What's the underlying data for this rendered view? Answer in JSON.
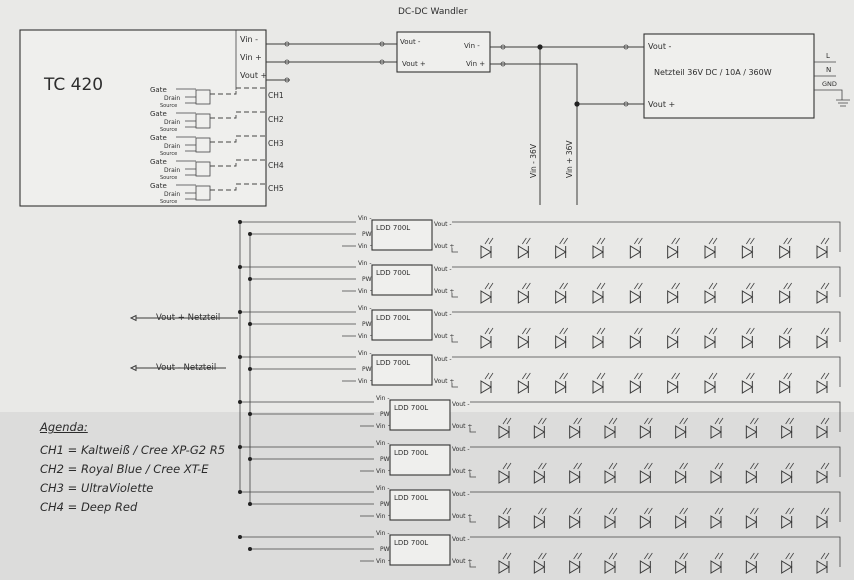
{
  "controller": {
    "name": "TC 420",
    "pins": [
      "Vin -",
      "Vin +",
      "Vout +",
      "CH1",
      "CH2",
      "CH3",
      "CH4",
      "CH5"
    ],
    "gate": "Gate",
    "drain": "Drain",
    "source": "Source"
  },
  "dcdc": {
    "title": "DC-DC Wandler",
    "vin_neg": "Vin -",
    "vin_pos": "Vin +",
    "vout_neg": "Vout -",
    "vout_pos": "Vout +"
  },
  "psu": {
    "label": "Netzteil 36V DC / 10A / 360W",
    "vout_neg": "Vout -",
    "vout_pos": "Vout +",
    "terminals": [
      "L",
      "N",
      "GND"
    ]
  },
  "supply_taps": {
    "vin_neg": "Vin - 36V",
    "vin_pos": "Vin + 36V"
  },
  "input_labels": {
    "vout_pos": "Vout + Netzteil",
    "vout_neg": "Vout - Netzteil"
  },
  "driver": {
    "name": "LDD 700L",
    "vin_neg": "Vin -",
    "vin_pos": "Vin +",
    "pwm": "PWM",
    "vout_neg": "Vout -",
    "vout_pos": "Vout +"
  },
  "driver_rows": 8,
  "leds_per_row": 10,
  "legend": {
    "title": "Agenda:",
    "items": [
      "CH1 = Kaltweiß / Cree XP-G2 R5",
      "CH2 = Royal Blue / Cree XT-E",
      "CH3 = UltraViolette",
      "CH4 = Deep Red"
    ]
  }
}
